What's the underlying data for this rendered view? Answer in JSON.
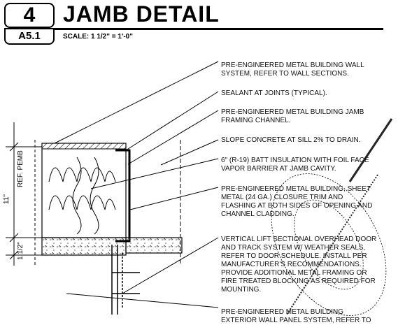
{
  "header": {
    "detail_number": "4",
    "sheet": "A5.1",
    "title": "JAMB DETAIL",
    "scale": "SCALE: 1 1/2\" = 1'-0\""
  },
  "dimensions": {
    "overall": "11\"",
    "ref": "REF. PEMB",
    "sill": "1 1/2\""
  },
  "notes": [
    "PRE-ENGINEERED METAL BUILDING WALL\nSYSTEM, REFER TO WALL SECTIONS.",
    "SEALANT AT JOINTS (TYPICAL).",
    "PRE-ENGINEERED METAL BUILDING JAMB\nFRAMING CHANNEL.",
    "SLOPE CONCRETE AT SILL 2% TO DRAIN.",
    "6\" (R-19) BATT INSULATION WITH FOIL FACE\nVAPOR BARRIER AT JAMB CAVITY.",
    "PRE-ENGINEERED METAL BUILDING, SHEET\nMETAL (24 GA.) CLOSURE TRIM AND\nFLASHING AT BOTH SIDES OF OPENING AND\nCHANNEL CLADDING.",
    "VERTICAL LIFT SECTIONAL OVERHEAD DOOR\nAND TRACK SYSTEM W/ WEATHER SEALS,\nREFER TO DOOR SCHEDULE. INSTALL PER\nMANUFACTURER'S RECOMMENDATIONS.\nPROVIDE ADDITIONAL METAL FRAMING OR\nFIRE TREATED BLOCKING AS REQUIRED FOR\nMOUNTING.",
    "PRE-ENGINEERED METAL BUILDING\nEXTERIOR WALL PANEL SYSTEM, REFER TO"
  ]
}
